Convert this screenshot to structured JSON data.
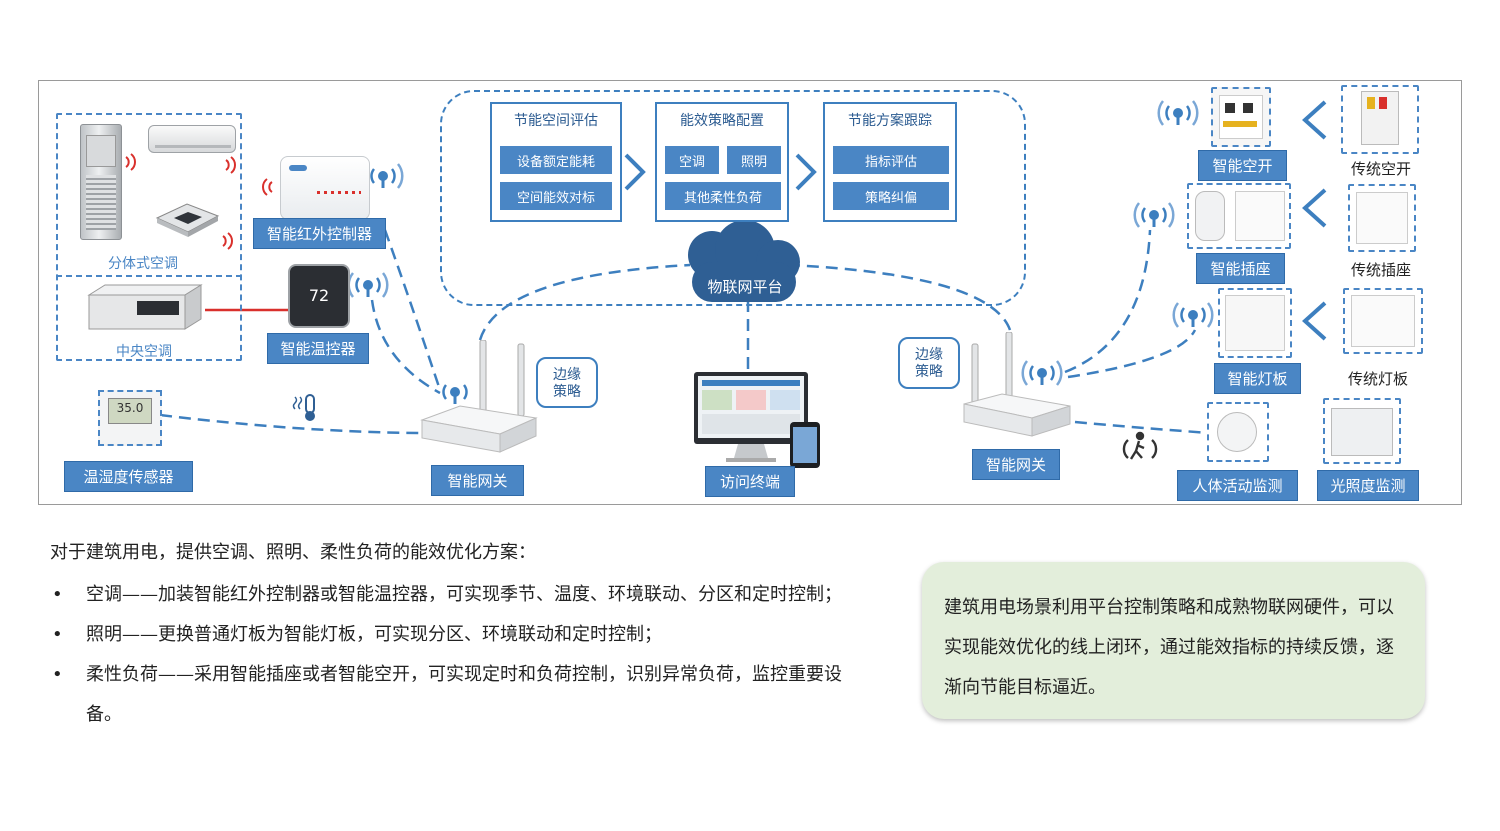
{
  "platform": {
    "groups": [
      {
        "title": "节能空间评估",
        "items": [
          "设备额定能耗",
          "空间能效对标"
        ]
      },
      {
        "title": "能效策略配置",
        "items": [
          "空调",
          "照明",
          "其他柔性负荷"
        ]
      },
      {
        "title": "节能方案跟踪",
        "items": [
          "指标评估",
          "策略纠偏"
        ]
      }
    ],
    "cloud_label": "物联网平台"
  },
  "left": {
    "split_ac_label": "分体式空调",
    "central_ac_label": "中央空调",
    "ir_controller_label": "智能红外控制器",
    "thermostat_label": "智能温控器",
    "thermostat_display": "72",
    "sensor_label": "温湿度传感器",
    "sensor_display": "35.0",
    "gateway_label": "智能网关",
    "edge_label": "边缘策略"
  },
  "center": {
    "terminal_label": "访问终端"
  },
  "right": {
    "gateway_label": "智能网关",
    "edge_label": "边缘策略",
    "smart_breaker_label": "智能空开",
    "traditional_breaker_label": "传统空开",
    "smart_socket_label": "智能插座",
    "traditional_socket_label": "传统插座",
    "smart_panel_label": "智能灯板",
    "traditional_panel_label": "传统灯板",
    "motion_label": "人体活动监测",
    "light_label": "光照度监测"
  },
  "text": {
    "intro": "对于建筑用电，提供空调、照明、柔性负荷的能效优化方案：",
    "bullets": [
      "空调——加装智能红外控制器或智能温控器，可实现季节、温度、环境联动、分区和定时控制；",
      "照明——更换普通灯板为智能灯板，可实现分区、环境联动和定时控制；",
      "柔性负荷——采用智能插座或者智能空开，可实现定时和负荷控制，识别异常负荷，监控重要设备。"
    ],
    "bullet_symbol": "•",
    "summary": "建筑用电场景利用平台控制策略和成熟物联网硬件，可以实现能效优化的线上闭环，通过能效指标的持续反馈，逐渐向节能目标逼近。"
  },
  "colors": {
    "accent": "#4a86c5",
    "dark_blue": "#3d7fbf",
    "summary_bg": "#e3eedb",
    "signal_red": "#d9302c"
  }
}
